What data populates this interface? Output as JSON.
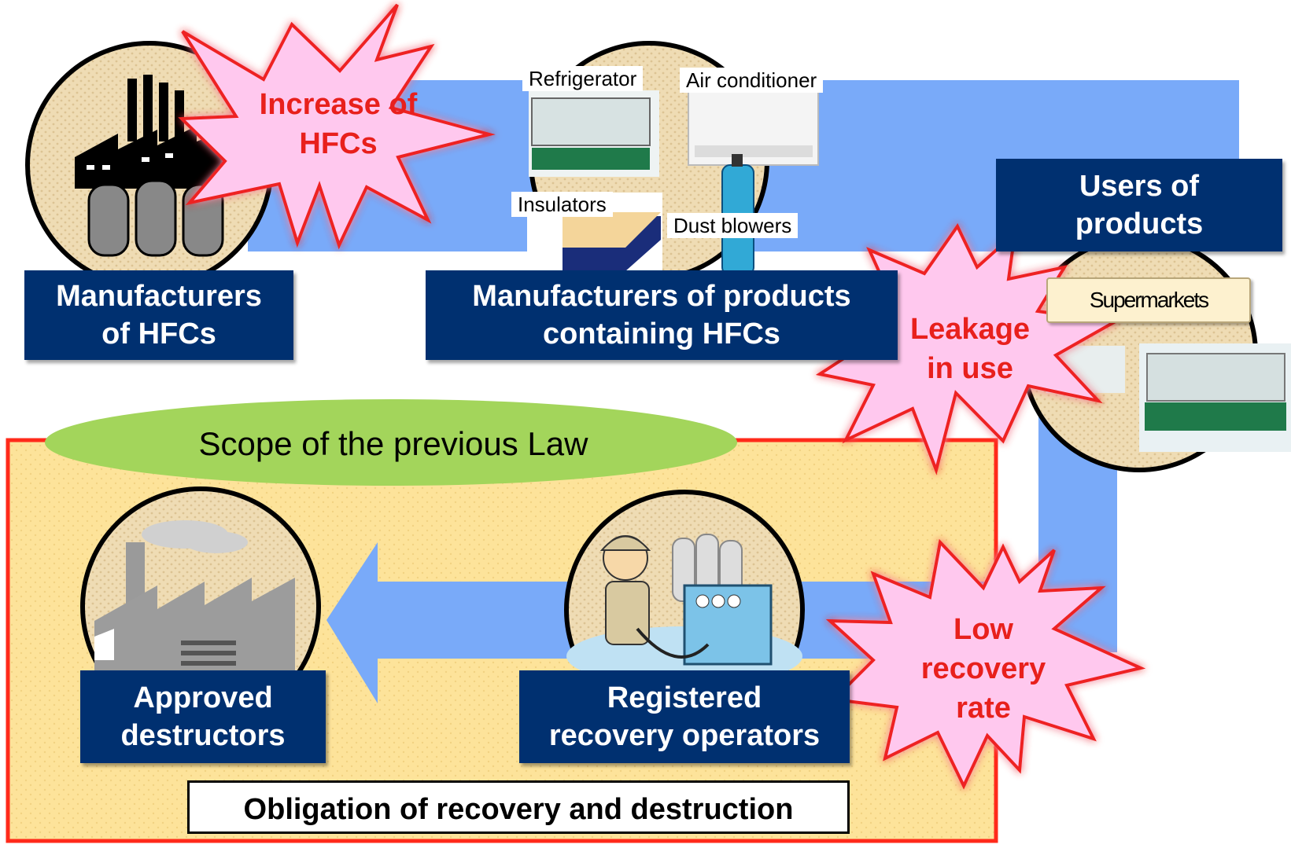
{
  "nodes": {
    "hfc_manufacturers": {
      "line1": "Manufacturers",
      "line2": "of HFCs"
    },
    "product_manufacturers": {
      "line1": "Manufacturers of  products",
      "line2": "containing HFCs"
    },
    "users": {
      "line1": "Users of",
      "line2": "products"
    },
    "destructors": {
      "line1": "Approved",
      "line2": "destructors"
    },
    "recovery_operators": {
      "line1": "Registered",
      "line2": "recovery operators"
    }
  },
  "product_labels": {
    "refrigerator": "Refrigerator",
    "air_conditioner": "Air conditioner",
    "insulators": "Insulators",
    "dust_blowers": "Dust blowers",
    "supermarkets": "Supermarkets"
  },
  "callouts": {
    "increase": {
      "line1": "Increase of",
      "line2": "HFCs"
    },
    "leakage": {
      "line1": "Leakage",
      "line2": "in use"
    },
    "low_recovery": {
      "line1": "Low",
      "line2": "recovery",
      "line3": "rate"
    }
  },
  "scope_label": "Scope of the previous Law",
  "obligation_label": "Obligation of recovery and destruction",
  "colors": {
    "flow_arrow": "#79aaf9",
    "node_box": "#003070",
    "scope_fill": "#fde39a",
    "scope_border": "#ff2a1a",
    "scope_ellipse": "#a3d55b",
    "starburst_fill": "#ffc8ee",
    "starburst_stroke": "#ee2020",
    "callout_text": "#e8201c",
    "circle_fill": "#efdcb4"
  },
  "icons": [
    "factory-with-gas-cylinders-icon",
    "refrigerator-icon",
    "air-conditioner-icon",
    "insulator-panel-icon",
    "spray-can-icon",
    "supermarket-showcase-icon",
    "worker-with-recovery-machine-icon",
    "destruction-plant-icon",
    "starburst-icon"
  ]
}
